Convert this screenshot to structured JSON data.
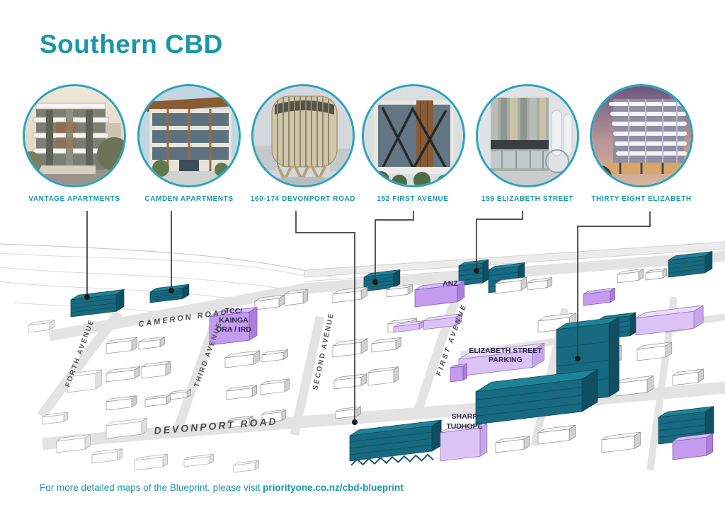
{
  "title": "Southern CBD",
  "developments": [
    {
      "name": "VANTAGE APARTMENTS"
    },
    {
      "name": "CAMDEN APARTMENTS"
    },
    {
      "name": "160-174 DEVONPORT ROAD"
    },
    {
      "name": "152 FIRST AVENUE"
    },
    {
      "name": "159 ELIZABETH STREET"
    },
    {
      "name": "THIRTY EIGHT ELIZABETH"
    }
  ],
  "map": {
    "streets": {
      "cameron": "CAMERON ROAD",
      "forth": "FORTH AVENUE",
      "third": "THIRD AVENUE",
      "second": "SECOND AVENUE",
      "first": "FIRST AVENUE",
      "devonport": "DEVONPORT ROAD"
    },
    "landmarks": {
      "tcc_line1": "TCC/",
      "tcc_line2": "KAINGA",
      "tcc_line3": "ORA / IRD",
      "anz": "ANZ",
      "parking_line1": "ELIZABETH STREET",
      "parking_line2": "PARKING",
      "sharp_line1": "SHARP",
      "sharp_line2": "TUDHOPE"
    }
  },
  "footer": {
    "text": "For more detailed maps of the Blueprint, please visit ",
    "link": "priorityone.co.nz/cbd-blueprint"
  },
  "colors": {
    "accent": "#1797a9",
    "building_teal": "#1f8398",
    "building_purple": "#c49bef",
    "label_navy": "#2b2446"
  }
}
